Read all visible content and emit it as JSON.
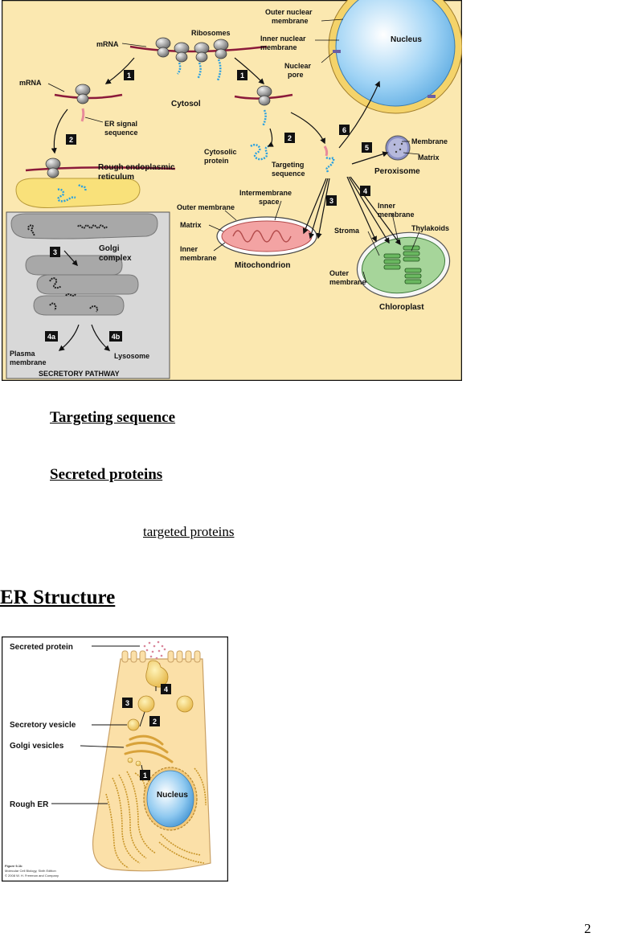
{
  "figure1": {
    "labels": {
      "outer_nuclear_membrane": [
        "Outer nuclear",
        "membrane"
      ],
      "inner_nuclear_membrane": [
        "Inner nuclear",
        "membrane"
      ],
      "nucleus": "Nucleus",
      "nuclear_pore": [
        "Nuclear",
        "pore"
      ],
      "ribosomes": "Ribosomes",
      "mrna_top": "mRNA",
      "mrna_left": "mRNA",
      "cytosol": "Cytosol",
      "er_signal_sequence": [
        "ER signal",
        "sequence"
      ],
      "rough_er": [
        "Rough endoplasmic",
        "reticulum"
      ],
      "cytosolic_protein": [
        "Cytosolic",
        "protein"
      ],
      "targeting_sequence": [
        "Targeting",
        "sequence"
      ],
      "membrane": "Membrane",
      "matrix_perox": "Matrix",
      "peroxisome": "Peroxisome",
      "intermembrane_space": [
        "Intermembrane",
        "space"
      ],
      "outer_membrane_mito": "Outer membrane",
      "matrix_mito": "Matrix",
      "inner_membrane_mito": [
        "Inner",
        "membrane"
      ],
      "mitochondrion": "Mitochondrion",
      "inner_membrane_chloro": [
        "Inner",
        "membrane"
      ],
      "thylakoids": "Thylakoids",
      "stroma": "Stroma",
      "outer_membrane_chloro": [
        "Outer",
        "membrane"
      ],
      "chloroplast": "Chloroplast",
      "golgi_complex": [
        "Golgi",
        "complex"
      ],
      "plasma_membrane": [
        "Plasma",
        "membrane"
      ],
      "lysosome": "Lysosome",
      "secretory_pathway": "SECRETORY PATHWAY"
    },
    "steps": {
      "s1a": "1",
      "s1b": "1",
      "s2a": "2",
      "s2b": "2",
      "s3a": "3",
      "s3b": "3",
      "s4": "4",
      "s4a": "4a",
      "s4b": "4b",
      "s5": "5",
      "s6": "6"
    }
  },
  "text": {
    "targeting_sequence": "Targeting sequence",
    "secreted_proteins": "Secreted proteins",
    "targeted_proteins": "targeted proteins",
    "er_structure": "ER Structure",
    "page_number": "2"
  },
  "figure2": {
    "labels": {
      "secreted_protein": "Secreted protein",
      "secretory_vesicle": "Secretory vesicle",
      "golgi_vesicles": "Golgi vesicles",
      "rough_er": "Rough ER",
      "nucleus": "Nucleus",
      "credit": [
        "Figure 9-1b",
        "Molecular Cell Biology, Sixth Edition",
        "© 2008 W. H. Freeman and Company"
      ]
    },
    "steps": {
      "s1": "1",
      "s2": "2",
      "s3": "3",
      "s4": "4"
    }
  }
}
